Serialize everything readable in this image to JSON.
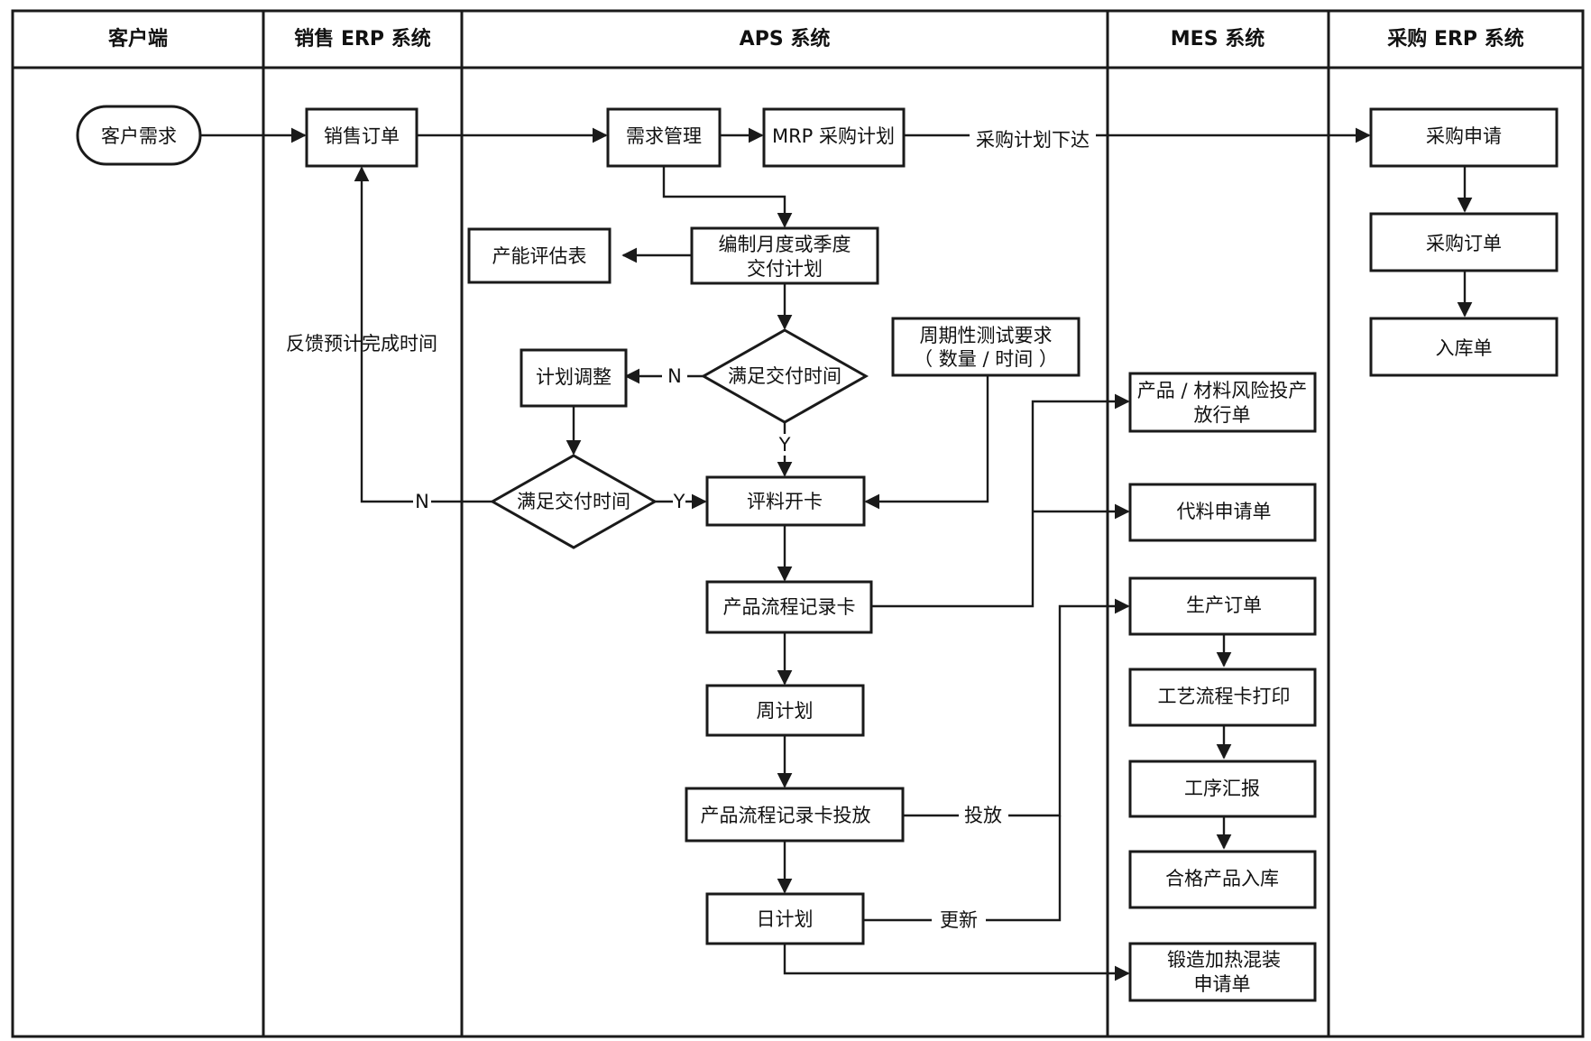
{
  "lanes": {
    "customer": "客户端",
    "sales_erp": "销售 ERP 系统",
    "aps": "APS 系统",
    "mes": "MES 系统",
    "purchase_erp": "采购 ERP 系统"
  },
  "nodes": {
    "customer_demand": "客户需求",
    "sales_order": "销售订单",
    "demand_mgmt": "需求管理",
    "mrp_plan": "MRP 采购计划",
    "capacity_eval": "产能评估表",
    "monthly_plan_1": "编制月度或季度",
    "monthly_plan_2": "交付计划",
    "plan_adjust": "计划调整",
    "decision_1": "满足交付时间",
    "decision_2": "满足交付时间",
    "periodic_test_1": "周期性测试要求",
    "periodic_test_2": "（ 数量 / 时间 ）",
    "material_card": "评料开卡",
    "product_card": "产品流程记录卡",
    "weekly_plan": "周计划",
    "card_release": "产品流程记录卡投放",
    "daily_plan": "日计划",
    "risk_release_1": "产品 / 材料风险投产",
    "risk_release_2": "放行单",
    "substitute_request": "代料申请单",
    "production_order": "生产订单",
    "route_card_print": "工艺流程卡打印",
    "process_report": "工序汇报",
    "qualified_storage": "合格产品入库",
    "forging_request_1": "锻造加热混装",
    "forging_request_2": "申请单",
    "purchase_request": "采购申请",
    "purchase_order": "采购订单",
    "warehouse_receipt": "入库单"
  },
  "labels": {
    "purchase_plan_issue": "采购计划下达",
    "feedback_time": "反馈预计完成时间",
    "n1": "N",
    "y1": "Y",
    "n2": "N",
    "y2": "Y",
    "release": "投放",
    "update": "更新"
  }
}
